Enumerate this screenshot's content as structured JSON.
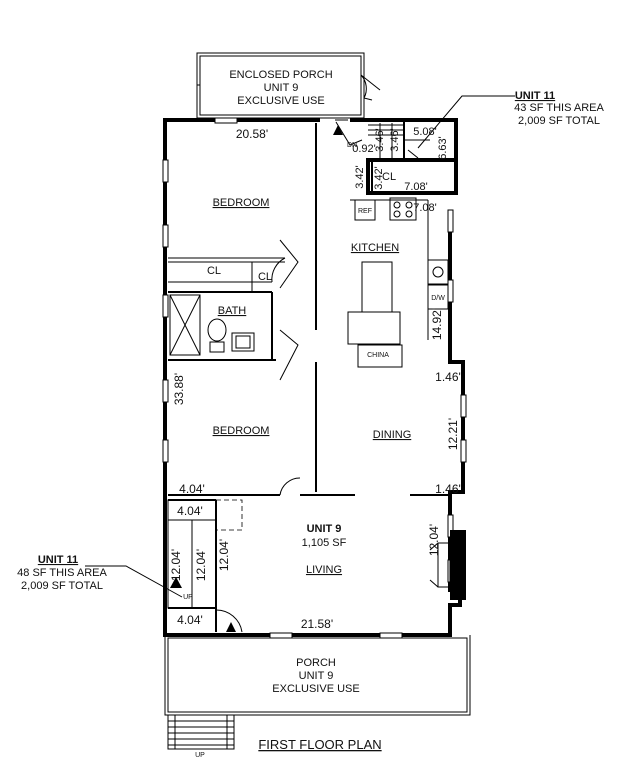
{
  "title": "FIRST FLOOR PLAN",
  "unit9": {
    "name": "UNIT 9",
    "area": "1,105 SF"
  },
  "unit11_top": {
    "name": "UNIT 11",
    "this_area": "43 SF THIS AREA",
    "total": "2,009 SF TOTAL"
  },
  "unit11_left": {
    "name": "UNIT 11",
    "this_area": "48 SF THIS AREA",
    "total": "2,009 SF TOTAL"
  },
  "enclosed_porch": {
    "line1": "ENCLOSED PORCH",
    "line2": "UNIT 9",
    "line3": "EXCLUSIVE USE"
  },
  "porch": {
    "line1": "PORCH",
    "line2": "UNIT 9",
    "line3": "EXCLUSIVE USE"
  },
  "rooms": {
    "bedroom_top": "BEDROOM",
    "bedroom_bottom": "BEDROOM",
    "kitchen": "KITCHEN",
    "bath": "BATH",
    "dining": "DINING",
    "living": "LIVING",
    "closet": "CL",
    "closet_small": "CL",
    "closet_stair": "CL"
  },
  "fixtures": {
    "ref": "REF",
    "dw": "D/W",
    "china": "CHINA",
    "dn": "DN",
    "up_stair": "UP",
    "up_porch": "UP"
  },
  "dimensions": {
    "top_width": "20.58'",
    "bottom_width": "21.58'",
    "left_height": "33.88'",
    "left_offset": "4.04'",
    "stair_w_top": "4.04'",
    "stair_w_bottom": "4.04'",
    "stair_run_a": "12.04'",
    "stair_run_b": "12.04'",
    "stair_run_c": "12.04'",
    "ne_width_a": "5.08'",
    "ne_width_b": "7.08'",
    "ne_width_c": "7.08'",
    "ne_small_a": "3.46'",
    "ne_small_b": "3.46'",
    "ne_small_c": "0.92'",
    "ne_height_a": "6.63'",
    "ne_height_b": "3.42'",
    "ne_height_c": "3.42'",
    "kitchen_len": "14.92'",
    "bump_a": "1.46'",
    "bump_b": "1.46'",
    "dining_len": "12.21'",
    "fireplace": "12.04'"
  }
}
